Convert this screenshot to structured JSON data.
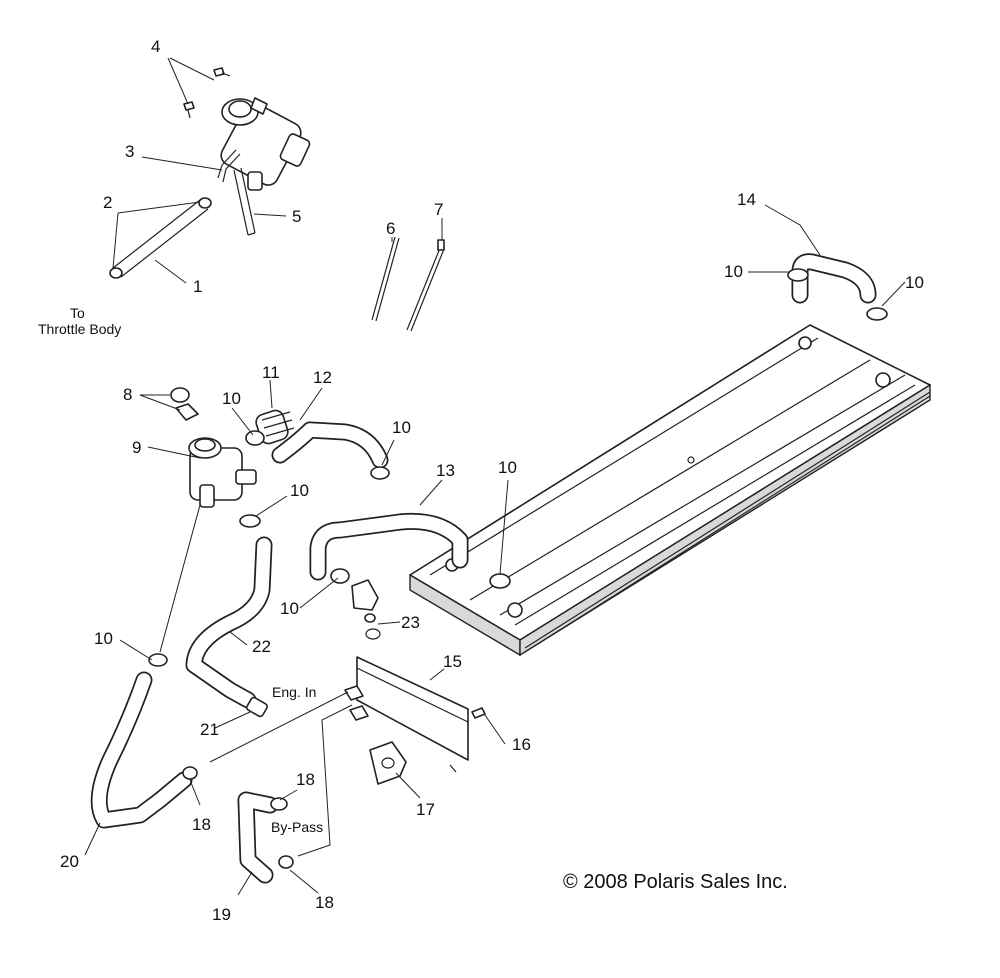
{
  "callouts": {
    "c1": "1",
    "c2": "2",
    "c3": "3",
    "c4": "4",
    "c5": "5",
    "c6": "6",
    "c7": "7",
    "c8": "8",
    "c9": "9",
    "c10a": "10",
    "c10b": "10",
    "c10c": "10",
    "c10d": "10",
    "c10e": "10",
    "c10f": "10",
    "c10g": "10",
    "c11": "11",
    "c12": "12",
    "c13": "13",
    "c14": "14",
    "c15": "15",
    "c16": "16",
    "c17": "17",
    "c18a": "18",
    "c18b": "18",
    "c18c": "18",
    "c19": "19",
    "c20": "20",
    "c21": "21",
    "c22": "22",
    "c23": "23"
  },
  "notes": {
    "to": "To",
    "throttle_body": "Throttle Body",
    "eng_in": "Eng. In",
    "by_pass": "By-Pass"
  },
  "copyright": "© 2008 Polaris Sales Inc."
}
